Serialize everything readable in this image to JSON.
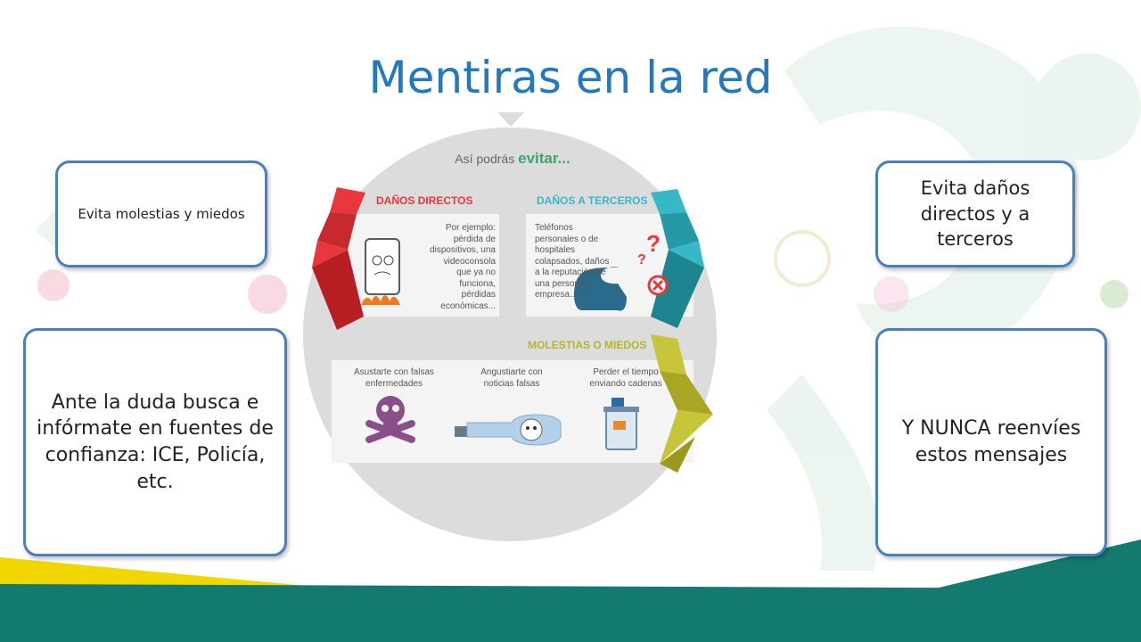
{
  "title": "Mentiras en la red",
  "cards": {
    "top_left": "Evita molestias y miedos",
    "top_right": "Evita daños directos y a terceros",
    "bottom_left": "Ante la duda busca e infórmate en fuentes de confianza: ICE, Policía, etc.",
    "bottom_right": "Y NUNCA reenvíes estos mensajes"
  },
  "infographic": {
    "header_prefix": "Así podrás ",
    "header_emphasis": "evitar...",
    "direct": {
      "title": "DAÑOS DIRECTOS",
      "text": "Por ejemplo: pérdida de dispositivos, una videoconsola que ya no funciona, pérdidas económicas..."
    },
    "third": {
      "title": "DAÑOS A TERCEROS",
      "text": "Teléfonos personales o de hospitales colapsados, daños a la reputación de una persona o empresa..."
    },
    "fears": {
      "title": "MOLESTIAS O MIEDOS",
      "items": [
        "Asustarte con falsas enfermedades",
        "Angustiarte con noticias falsas",
        "Perder el tiempo enviando cadenas"
      ]
    }
  },
  "colors": {
    "title": "#2378be",
    "card_border": "#4a7fc1",
    "red": "#e8383d",
    "teal": "#36b9c6",
    "olive": "#b7b52a",
    "green_text": "#3aa86a",
    "footer_teal": "#137a6f",
    "footer_yellow": "#f2d600"
  },
  "icons": [
    "broken-phone-icon",
    "phone-question-icon",
    "skull-icon",
    "bottle-cat-icon",
    "trash-bin-icon"
  ]
}
